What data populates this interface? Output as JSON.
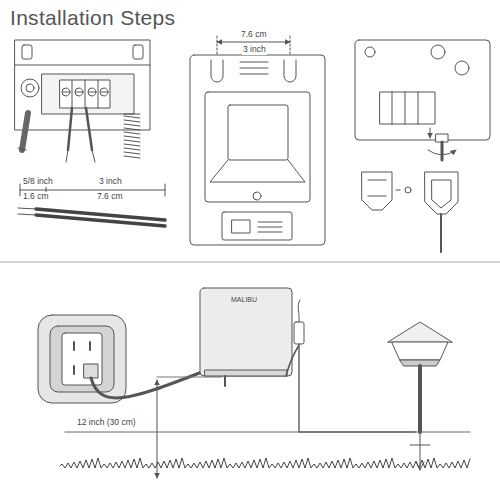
{
  "diagram": {
    "title": "Installation Steps",
    "labels": [
      "5/8 inch",
      "1.6 cm",
      "3 inch",
      "7.6 cm",
      "7.6 cm",
      "3 inch",
      "MALIBU",
      "12 inch (30 cm)"
    ]
  }
}
